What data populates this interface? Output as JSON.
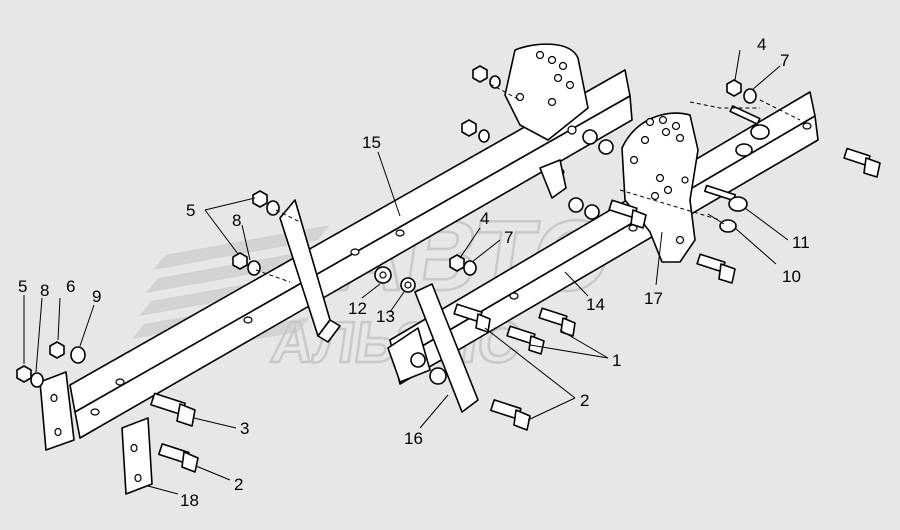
{
  "watermark": {
    "line1": "АВТО",
    "line2": "АЛЬЯНС"
  },
  "callouts": [
    "1",
    "2",
    "2",
    "3",
    "4",
    "4",
    "5",
    "5",
    "6",
    "7",
    "7",
    "8",
    "8",
    "9",
    "10",
    "11",
    "12",
    "13",
    "14",
    "15",
    "16",
    "17",
    "18"
  ],
  "colors": {
    "background": "#e7e7e7",
    "line": "#000000",
    "fill": "#ffffff",
    "watermark": "#c9c9c9"
  }
}
